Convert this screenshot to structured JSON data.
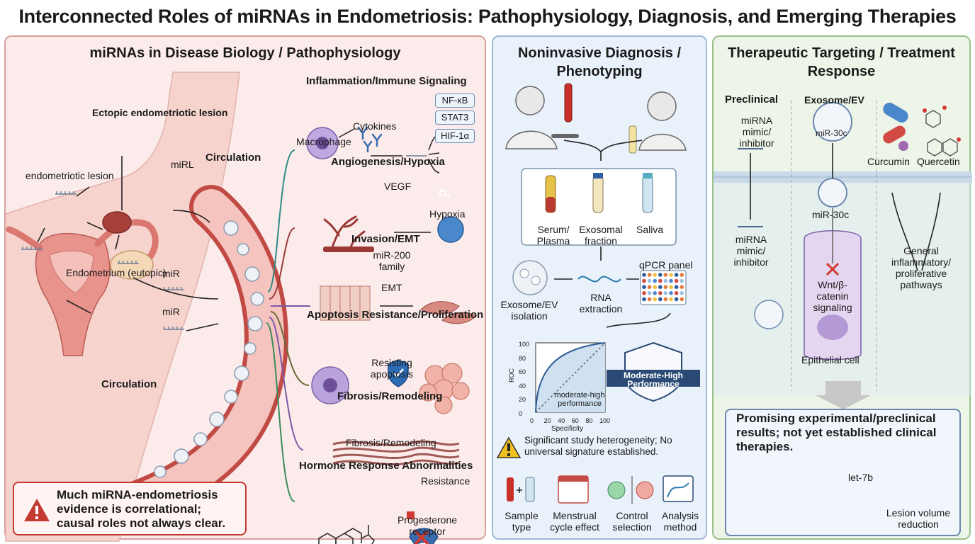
{
  "title": "Interconnected Roles of miRNAs in Endometriosis: Pathophysiology, Diagnosis, and Emerging Therapies",
  "panel1": {
    "title": "miRNAs in Disease Biology / Pathophysiology",
    "anatomy": {
      "ectopic_lesion": "Ectopic endometriotic lesion",
      "endometriotic_lesion": "endometriotic lesion",
      "endometrium": "Endometrium (eutopic)",
      "mirl": "miRL",
      "mir_1": "miR",
      "mir_2": "miR",
      "circulation_top": "Circulation",
      "circulation_bottom": "Circulation"
    },
    "pathways": {
      "inflammation": {
        "title": "Inflammation/Immune Signaling",
        "macrophage": "Macrophage",
        "cytokines": "Cytokines",
        "targets": [
          "NF-κB",
          "STAT3",
          "HIF-1α"
        ]
      },
      "angiogenesis": {
        "title": "Angiogenesis/Hypoxia",
        "vegf": "VEGF",
        "o2": "O",
        "o2_sub": "2",
        "hypoxia": "Hypoxia"
      },
      "invasion": {
        "title": "Invasion/EMT",
        "mir200": "miR-200 family",
        "emt": "EMT"
      },
      "apoptosis": {
        "title": "Apoptosis Resistance/Proliferation",
        "resisting": "Resisting apoptosis"
      },
      "fibrosis": {
        "title": "Fibrosis/Remodeling",
        "label": "Fibrosis/Remodeling"
      },
      "hormone": {
        "title": "Hormone Response Abnormalities",
        "resistance": "Resistance",
        "receptor": "Progesterone receptor"
      }
    },
    "warning": "Much miRNA-endometriosis evidence is correlational; causal roles not always clear."
  },
  "panel2": {
    "title": "Noninvasive Diagnosis / Phenotyping",
    "samples": [
      "Serum/ Plasma",
      "Exosomal fraction",
      "Saliva"
    ],
    "steps": {
      "isolation": "Exosome/EV isolation",
      "extraction": "RNA extraction",
      "qpcr": "qPCR panel"
    },
    "roc": {
      "ylabel": "ROC",
      "xlabel": "Specificity",
      "ticks": [
        "0",
        "20",
        "40",
        "60",
        "80",
        "100"
      ],
      "annotation": "moderate-high performance",
      "badge": "Moderate-High Performance"
    },
    "warning": "Significant study heterogeneity; No universal signature established.",
    "factors": [
      "Sample type",
      "Menstrual cycle effect",
      "Control selection",
      "Analysis method"
    ]
  },
  "panel3": {
    "title": "Therapeutic Targeting / Treatment Response",
    "preclinical": {
      "title": "Preclinical",
      "top": "miRNA mimic/ inhibitor",
      "bottom": "miRNA mimic/ inhibitor"
    },
    "exosome": {
      "title": "Exosome/EV",
      "mir30c_vesicle": "miR-30c",
      "mir30c": "miR-30c",
      "wnt": "Wnt/β-catenin signaling",
      "cell": "Epithelial cell"
    },
    "compounds": {
      "curcumin": "Curcumin",
      "quercetin": "Quercetin",
      "pathways": "General inflammatory/ proliferative pathways"
    },
    "note": "Promising experimental/preclinical results; not yet established clinical therapies.",
    "let7b": "let-7b",
    "lesion": "Lesion volume reduction"
  }
}
